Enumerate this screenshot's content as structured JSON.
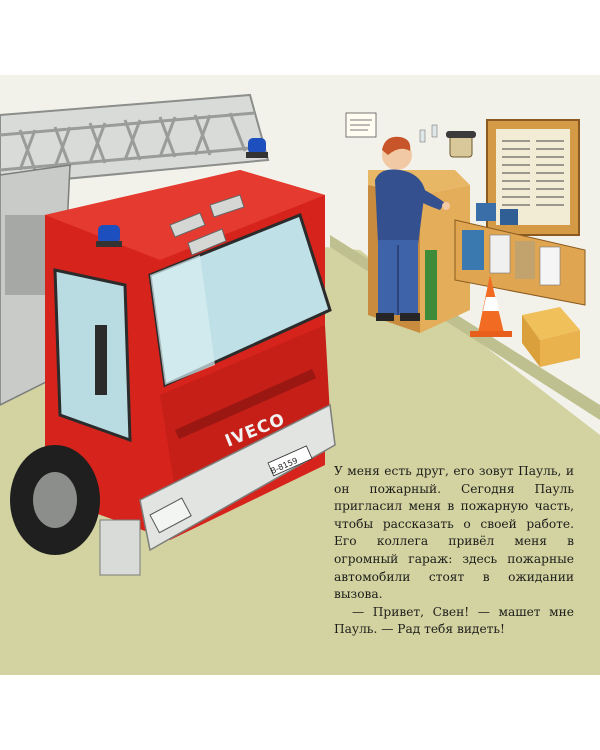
{
  "story": {
    "paragraph_1": "У меня есть друг, его зовут Пауль, и он пожарный. Сегодня Пауль пригласил меня в пожарную часть, чтобы рассказать о своей работе. Его коллега привёл меня в огромный гараж: здесь пожарные автомобили стоят в ожидании вызова.",
    "paragraph_2": "— Привет, Свен! — машет мне Пауль. — Рад тебя видеть!"
  },
  "truck": {
    "brand": "IVECO",
    "plate": "B-8159"
  },
  "colors": {
    "truck_red": "#d6231c",
    "floor": "#d2d3a0",
    "wall": "#f3f2ea",
    "desk_wood": "#d9a352",
    "uniform_blue": "#34508e"
  }
}
